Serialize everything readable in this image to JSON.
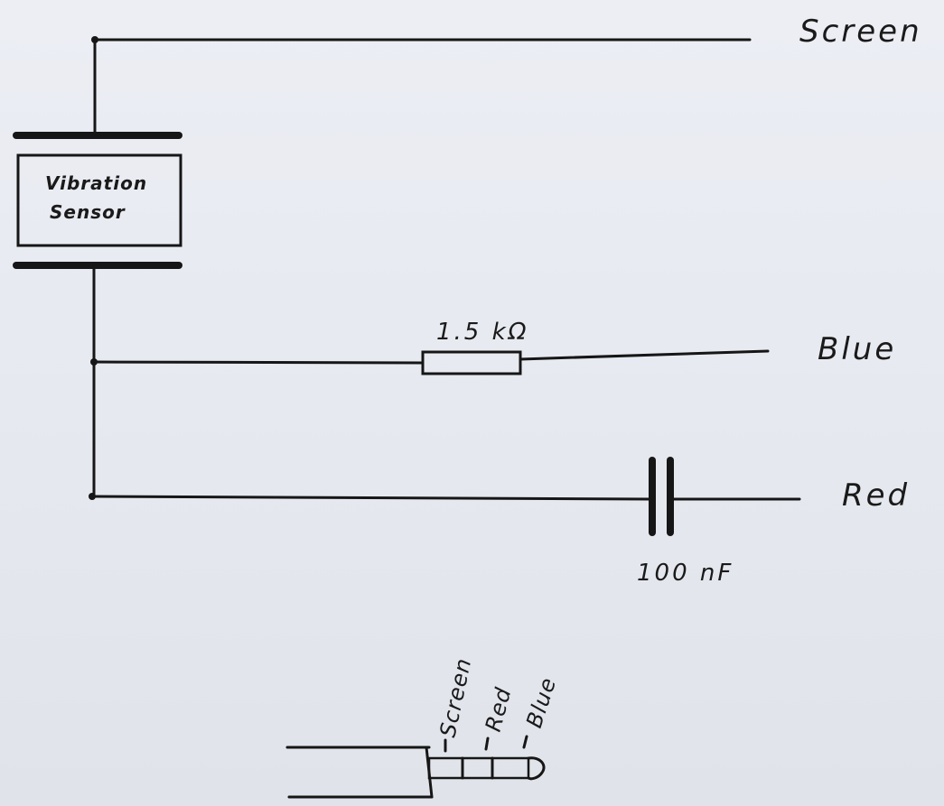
{
  "diagram": {
    "labels": {
      "screen": "Screen",
      "blue": "Blue",
      "red": "Red",
      "sensor_line1": "Vibration",
      "sensor_line2": "Sensor",
      "resistor_value": "1.5 kΩ",
      "capacitor_value": "100 nF"
    },
    "plug": {
      "labels": [
        "Screen",
        "Red",
        "Blue"
      ]
    }
  }
}
